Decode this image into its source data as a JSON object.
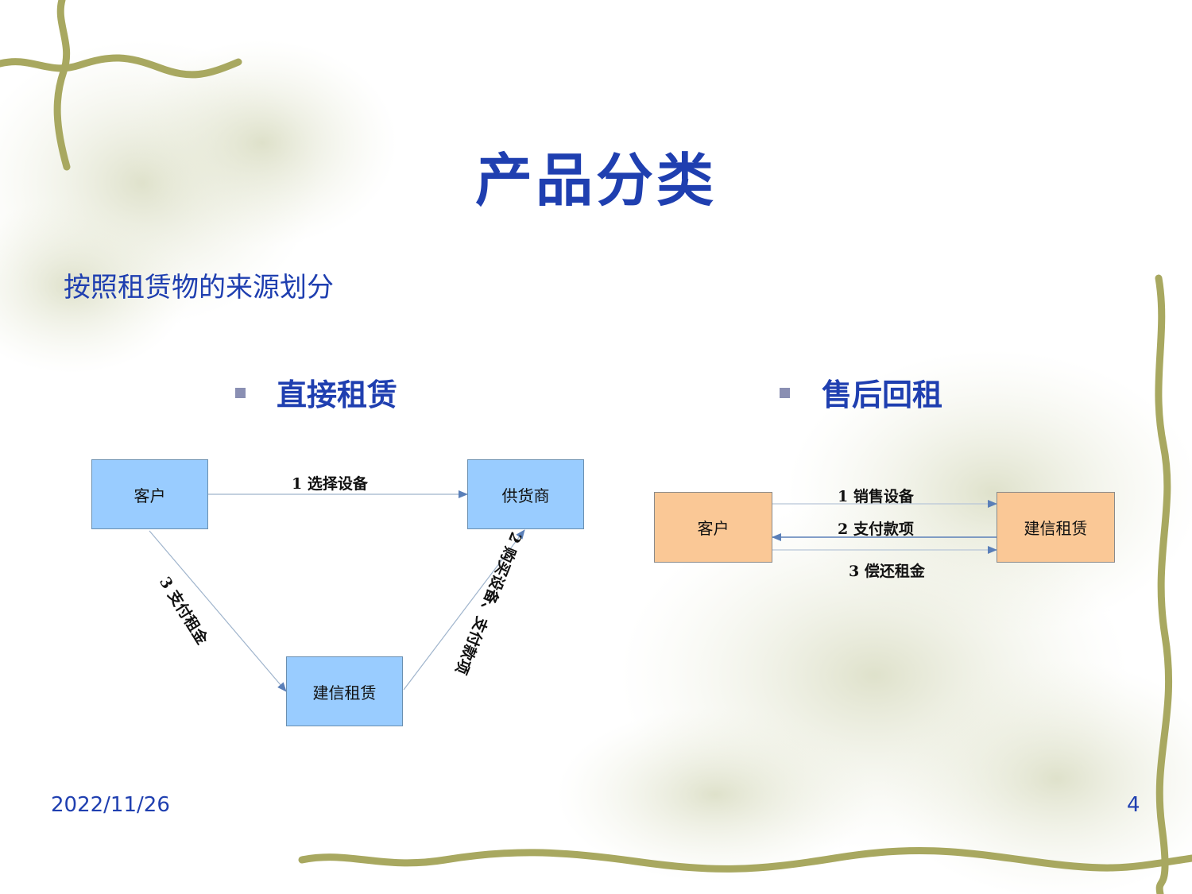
{
  "slide": {
    "title": "产品分类",
    "subtitle": "按照租赁物的来源划分",
    "date": "2022/11/26",
    "page_number": "4"
  },
  "direct_lease": {
    "heading": "直接租赁",
    "nodes": {
      "customer": "客户",
      "supplier": "供货商",
      "lessor": "建信租赁"
    },
    "edges": {
      "select_equipment": "1 选择设备",
      "buy_and_pay": "2 购买设备、支付款项",
      "pay_rent": "3 支付租金"
    }
  },
  "leaseback": {
    "heading": "售后回租",
    "nodes": {
      "customer": "客户",
      "lessor": "建信租赁"
    },
    "edges": {
      "sell_equipment": "1 销售设备",
      "pay_funds": "2 支付款项",
      "repay_rent": "3 偿还租金"
    }
  },
  "colors": {
    "title": "#1f3fb0",
    "blue_box": "#99ccff",
    "orange_box": "#fac896",
    "vine": "#a8a860"
  }
}
